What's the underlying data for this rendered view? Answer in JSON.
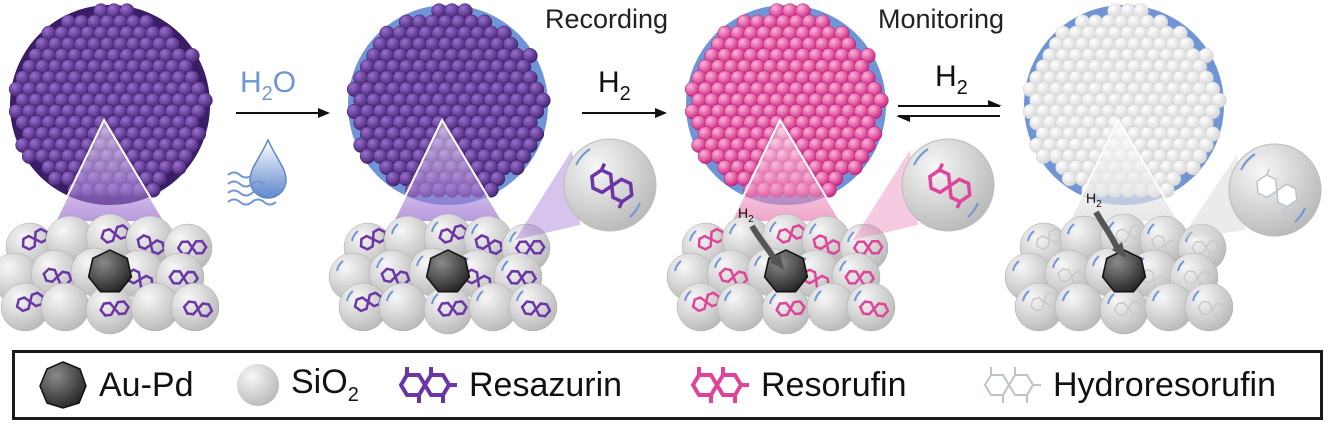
{
  "stages": {
    "recording": "Recording",
    "monitoring": "Monitoring"
  },
  "arrows": {
    "step1": {
      "reagent": "H",
      "sub": "2",
      "suffix": "O"
    },
    "step2": {
      "reagent": "H",
      "sub": "2"
    },
    "step3": {
      "reagent": "H",
      "sub": "2"
    }
  },
  "panel_labels": {
    "h2_pink": "H2",
    "h2_white": "H2"
  },
  "legend": {
    "aupd": "Au-Pd",
    "sio2": {
      "base": "SiO",
      "sub": "2"
    },
    "resazurin": "Resazurin",
    "resorufin": "Resorufin",
    "hydroresorufin": "Hydroresorufin"
  },
  "colors": {
    "resazurin": "#6a35a6",
    "resorufin": "#e0449a",
    "hydroresorufin": "#f2f2f2",
    "water": "#6f95d6",
    "core": "#444444"
  }
}
